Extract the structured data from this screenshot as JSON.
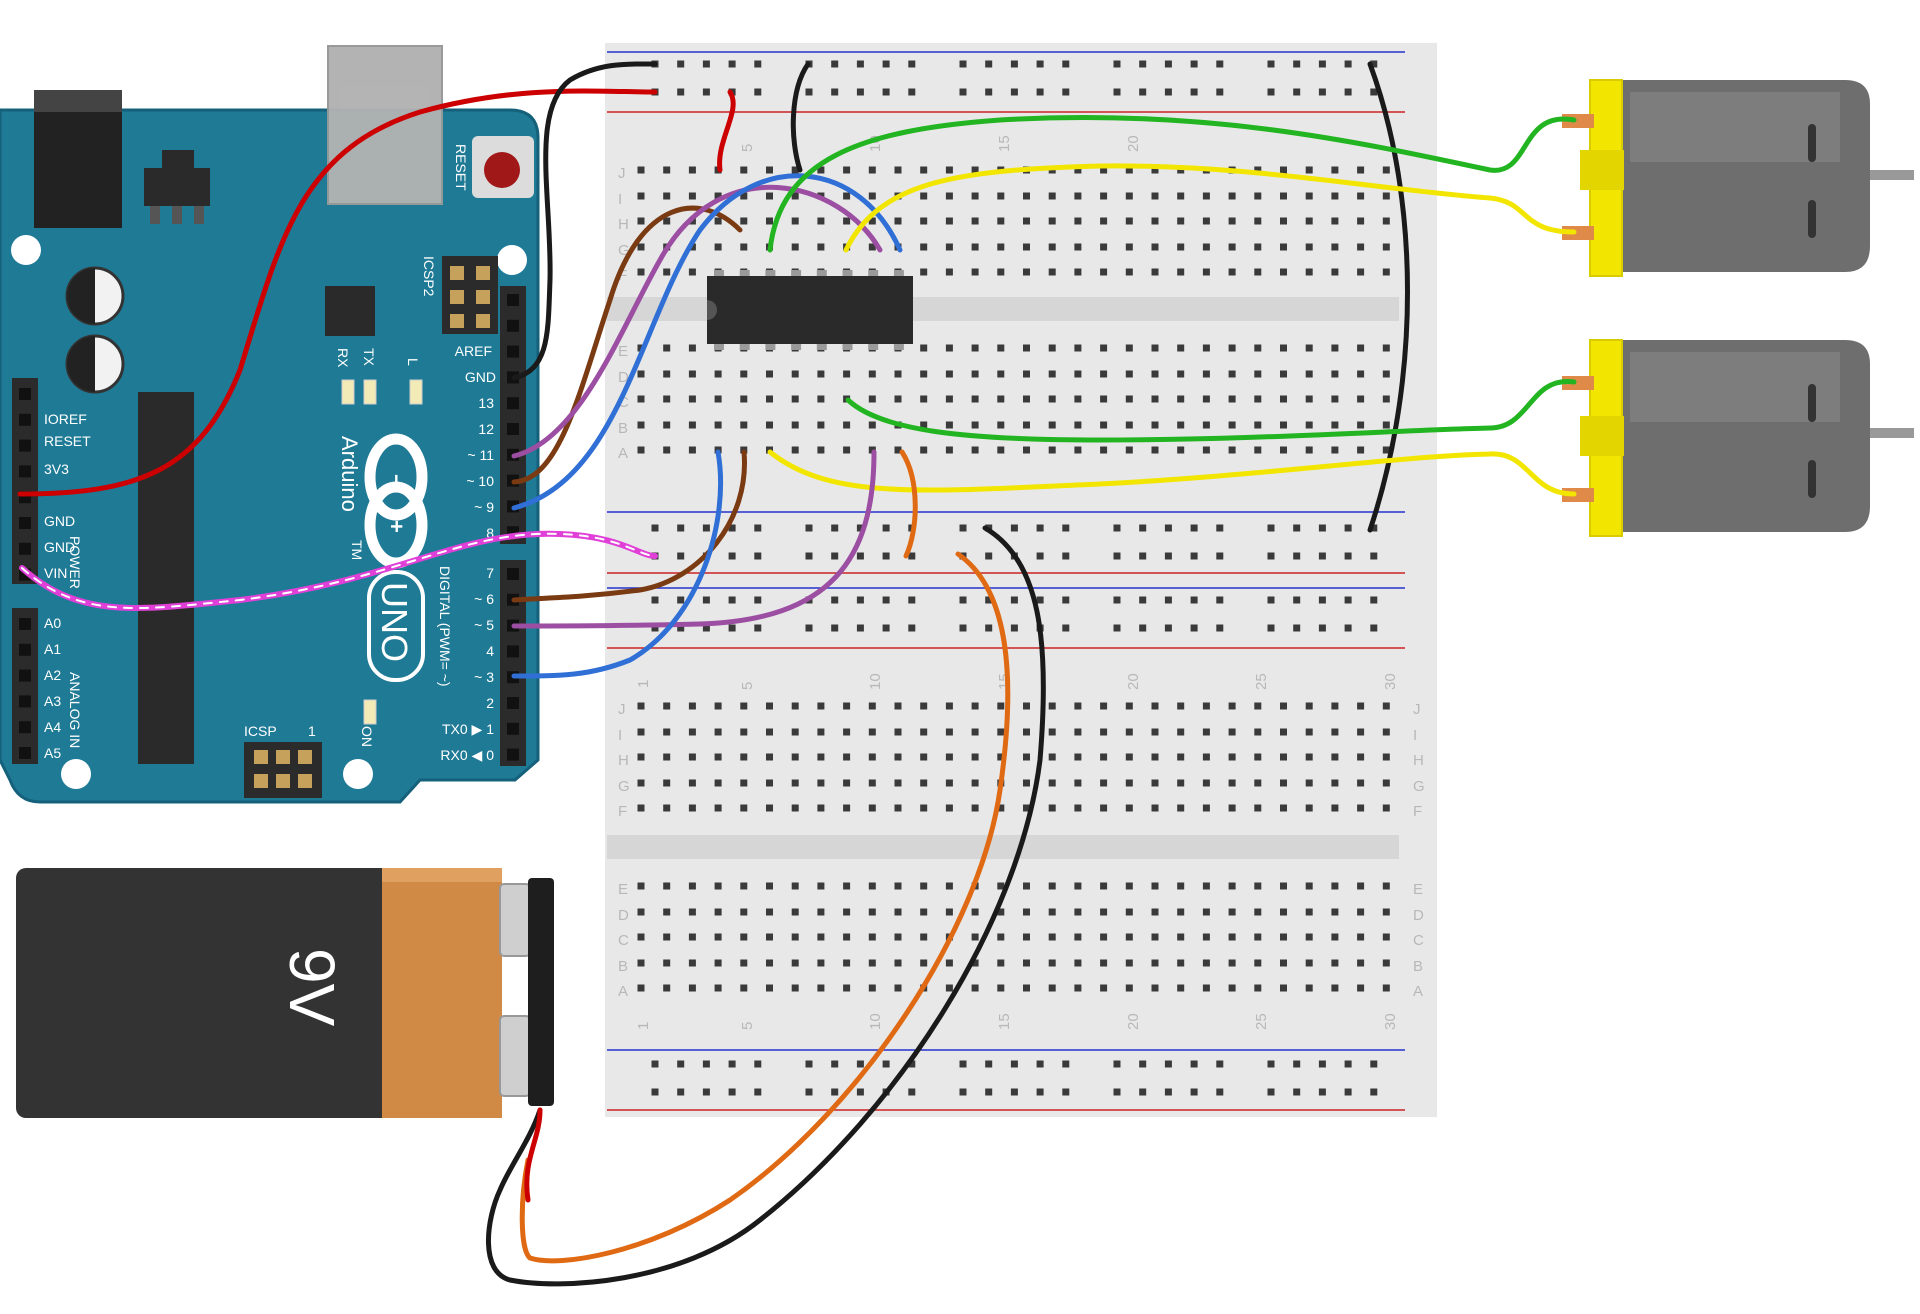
{
  "arduino": {
    "labels": {
      "reset": "RESET",
      "icsp2": "ICSP2",
      "icsp": "ICSP",
      "icsp_pin1": "1",
      "rx": "RX",
      "tx": "TX",
      "l": "L",
      "on": "ON",
      "brand": "Arduino",
      "tm": "TM",
      "model": "UNO",
      "digital": "DIGITAL (PWM= ~)",
      "power": "POWER",
      "analog_in": "ANALOG IN"
    },
    "power_pins": [
      "IOREF",
      "RESET",
      "3V3",
      "GND",
      "GND",
      "VIN"
    ],
    "analog_pins": [
      "A0",
      "A1",
      "A2",
      "A3",
      "A4",
      "A5"
    ],
    "digital_top_pins": [
      "AREF",
      "GND",
      "13",
      "12",
      "~ 11",
      "~ 10",
      "~ 9",
      "8"
    ],
    "digital_bottom_pins": [
      "7",
      "~ 6",
      "~ 5",
      "4",
      "~ 3",
      "2",
      "TX0 ▶ 1",
      "RX0 ◀ 0"
    ]
  },
  "battery": {
    "label": "9V"
  },
  "breadboard": {
    "row_letters_top": [
      "J",
      "I",
      "H",
      "G",
      "F"
    ],
    "row_letters_bottom": [
      "E",
      "D",
      "C",
      "B",
      "A"
    ],
    "column_numbers": [
      "1",
      "5",
      "10",
      "15",
      "20",
      "25",
      "30"
    ]
  },
  "colors": {
    "arduino_body": "#1f7a96",
    "arduino_edge": "#15607a",
    "breadboard": "#e8e8e8",
    "chip": "#2a2a2a",
    "motor_body": "#6e6e6e",
    "motor_cap": "#f2e600",
    "battery_body": "#333333",
    "battery_top": "#d08a45",
    "wire_red": "#cc0000",
    "wire_black": "#1a1a1a",
    "wire_green": "#22b521",
    "wire_yellow": "#f2e600",
    "wire_brown": "#7a3a12",
    "wire_purple": "#9b4ea2",
    "wire_blue": "#2f6fd6",
    "wire_orange": "#e06a14",
    "wire_magenta": "#e040d8"
  }
}
